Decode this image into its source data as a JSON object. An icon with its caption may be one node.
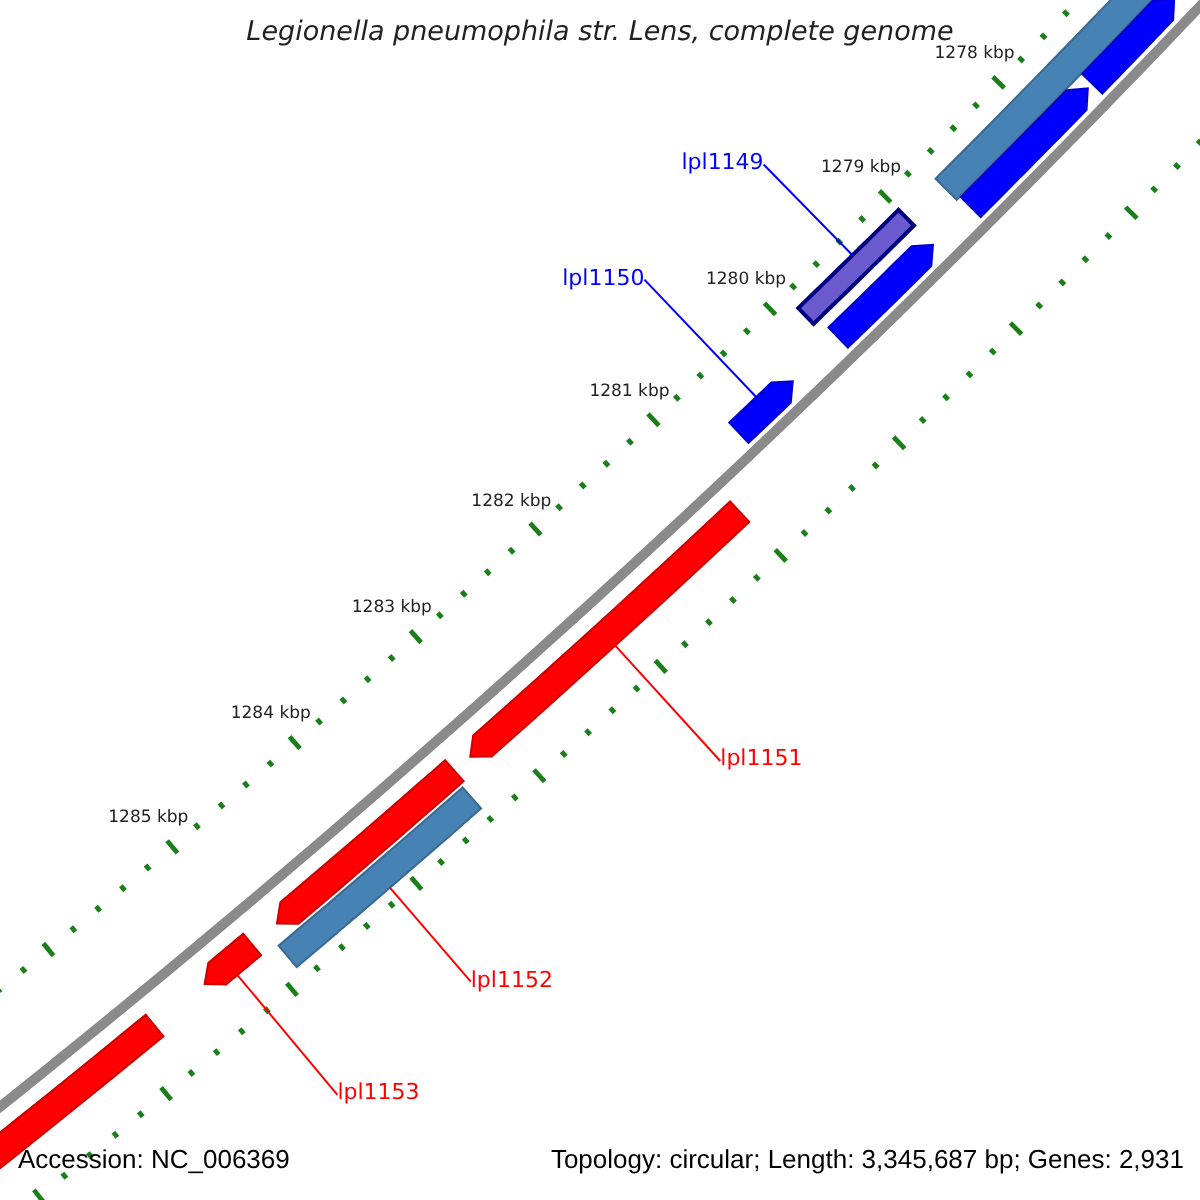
{
  "diagram": {
    "title": "Legionella pneumophila str. Lens, complete genome",
    "nodes": [
      {
        "text": [],
        "shape": "bar"
      },
      {
        "text": [],
        "shape": "arrow"
      },
      {
        "text": [],
        "shape": "arrow"
      },
      {
        "text": [
          "lpl1149"
        ]
      },
      {
        "text": [],
        "shape": "bar"
      },
      {
        "text": [],
        "shape": "arrow"
      },
      {
        "text": [
          "lpl1150"
        ]
      },
      {
        "text": [],
        "shape": "arrow"
      },
      {
        "text": [],
        "shape": "arrow"
      },
      {
        "text": [
          "lpl1151"
        ]
      },
      {
        "text": [],
        "shape": "arrow"
      },
      {
        "text": [],
        "shape": "bar"
      },
      {
        "text": [
          "lpl1152"
        ]
      },
      {
        "text": [],
        "shape": "arrow"
      },
      {
        "text": [
          "lpl1153"
        ]
      },
      {
        "text": [],
        "shape": "bar"
      }
    ],
    "edges": [
      {
        "from": 3,
        "to": 4,
        "arrow": "none",
        "color": "#0000ff"
      },
      {
        "from": 6,
        "to": 7,
        "arrow": "none",
        "color": "#0000ff"
      },
      {
        "from": 9,
        "to": 8,
        "arrow": "none"
      },
      {
        "from": 12,
        "to": 11,
        "arrow": "none"
      },
      {
        "from": 14,
        "to": 13,
        "arrow": "none"
      }
    ],
    "labels": [
      "1278 kbp",
      "1279 kbp",
      "1280 kbp",
      "1281 kbp",
      "1282 kbp",
      "1283 kbp",
      "1284 kbp",
      "1285 kbp",
      "Accession: NC_006369",
      "Topology: circular; Length: 3,345,687 bp; Genes: 2,931"
    ]
  }
}
